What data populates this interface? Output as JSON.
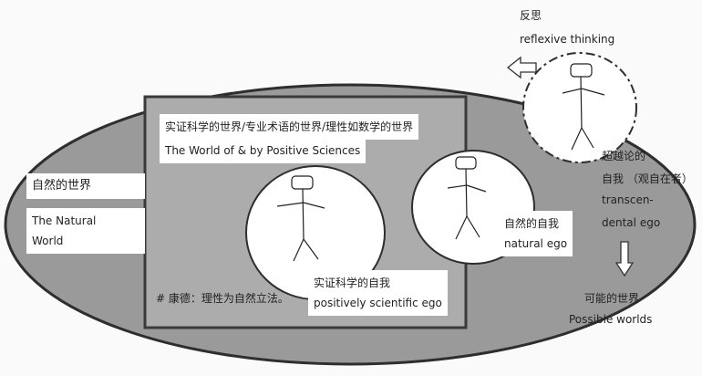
{
  "colors": {
    "background": "#fafafa",
    "ellipse_fill": "#9a9a9a",
    "ellipse_stroke": "#2e2e2e",
    "square_fill": "#acacac",
    "square_stroke": "#3a3a3a",
    "circle_fill": "#ffffff",
    "label_fill": "#ffffff"
  },
  "natural_world": {
    "zh": "自然的世界",
    "en_line1": "The Natural",
    "en_line2": "World"
  },
  "positive_sciences": {
    "zh": "实证科学的世界/专业术语的世界/理性如数学的世界",
    "en": "The World of & by Positive Sciences",
    "kant_note": "# 康德：理性为自然立法。"
  },
  "scientific_ego": {
    "zh": "实证科学的自我",
    "en": "positively scientific ego"
  },
  "natural_ego": {
    "zh": "自然的自我",
    "en": "natural ego"
  },
  "transcendental_ego": {
    "zh_line1": "超越论的",
    "zh_line2": "自我 （观自在者）",
    "en_line1": "transcen-",
    "en_line2": "dental ego"
  },
  "reflexive": {
    "zh": "反思",
    "en": "reflexive thinking"
  },
  "possible_worlds": {
    "zh": "可能的世界",
    "en": "Possible worlds"
  },
  "arrow_icons": [
    "arrow-left-icon",
    "arrow-down-icon"
  ],
  "figure_icon": "stick-figure-icon"
}
